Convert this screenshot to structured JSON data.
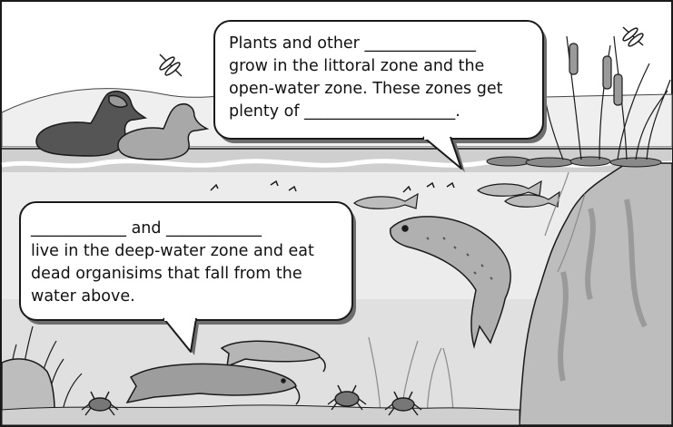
{
  "palette": {
    "sky": "#ffffff",
    "water": "#e9e9e9",
    "deep_water": "#d7d7d7",
    "rock": "#bdbdbd",
    "outline": "#1a1a1a",
    "surface_band": "#cfcfcf"
  },
  "bubbles": {
    "top": {
      "lines": [
        "Plants and other ______________",
        "grow in the littoral zone and the",
        "open-water zone. These zones get",
        "plenty of ___________________."
      ]
    },
    "bottom": {
      "lines": [
        "____________ and ____________",
        "live in the deep-water zone and eat",
        "dead organisims that fall from the",
        "water above."
      ]
    }
  },
  "icons": [
    "dragonfly-icon",
    "duck-icon",
    "cattail-icon",
    "fish-icon",
    "trout-icon",
    "catfish-icon",
    "crab-icon",
    "water-plant-icon",
    "insect-icon"
  ]
}
